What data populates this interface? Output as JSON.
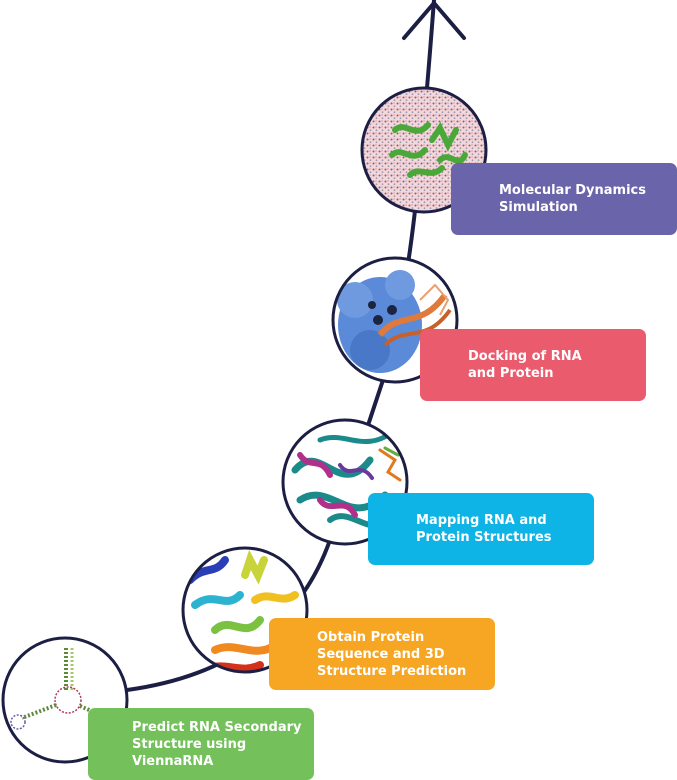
{
  "steps": [
    {
      "label": "Predict RNA Secondary\nStructure using\nViennaRNA",
      "color": "#74c15b",
      "image": "rna-secondary-structure-image"
    },
    {
      "label": "Obtain Protein\nSequence and 3D\nStructure Prediction",
      "color": "#f6a623",
      "image": "protein-3d-structure-image"
    },
    {
      "label": "Mapping RNA and\nProtein Structures",
      "color": "#0eb4e6",
      "image": "protein-rna-mapping-image"
    },
    {
      "label": "Docking of RNA\nand Protein",
      "color": "#ea5b6e",
      "image": "rna-protein-docking-image"
    },
    {
      "label": "Molecular Dynamics\nSimulation",
      "color": "#6a64ab",
      "image": "molecular-dynamics-image"
    }
  ],
  "colors": {
    "line": "#1c1f43",
    "ring": "#1c1f43"
  }
}
